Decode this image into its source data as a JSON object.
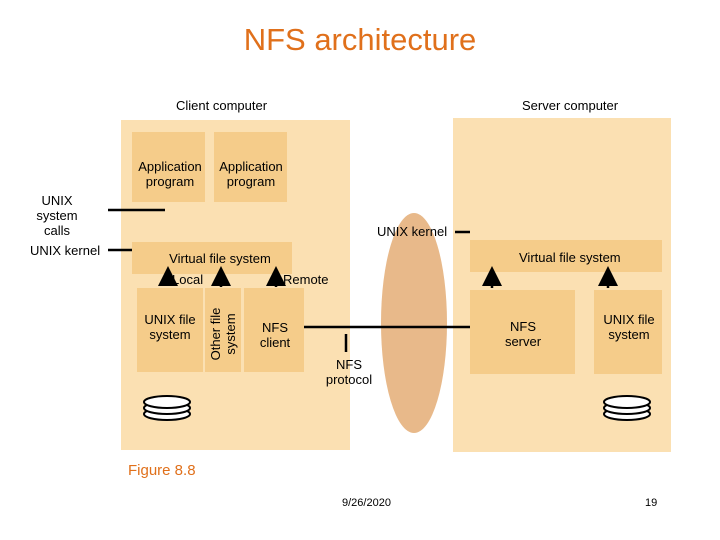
{
  "title": "NFS architecture",
  "client": {
    "heading": "Client computer",
    "app1": "Application program",
    "app2": "Application program",
    "unix_system_calls": "UNIX system calls",
    "unix_kernel_left": "UNIX kernel",
    "vfs": "Virtual file system",
    "local": "Local",
    "remote": "Remote",
    "unix_fs": "UNIX file system",
    "other_fs": "Other file system",
    "nfs_client": "NFS client"
  },
  "server": {
    "heading": "Server computer",
    "unix_kernel": "UNIX kernel",
    "vfs": "Virtual file system",
    "nfs_server": "NFS server",
    "unix_fs": "UNIX file system"
  },
  "protocol": "NFS protocol",
  "figure": "Figure 8.8",
  "date": "9/26/2020",
  "page": "19",
  "colors": {
    "title": "#e0701b",
    "panel": "#fbe0b2",
    "block": "#f5cc8a",
    "ellipse": "#e8b98a"
  }
}
